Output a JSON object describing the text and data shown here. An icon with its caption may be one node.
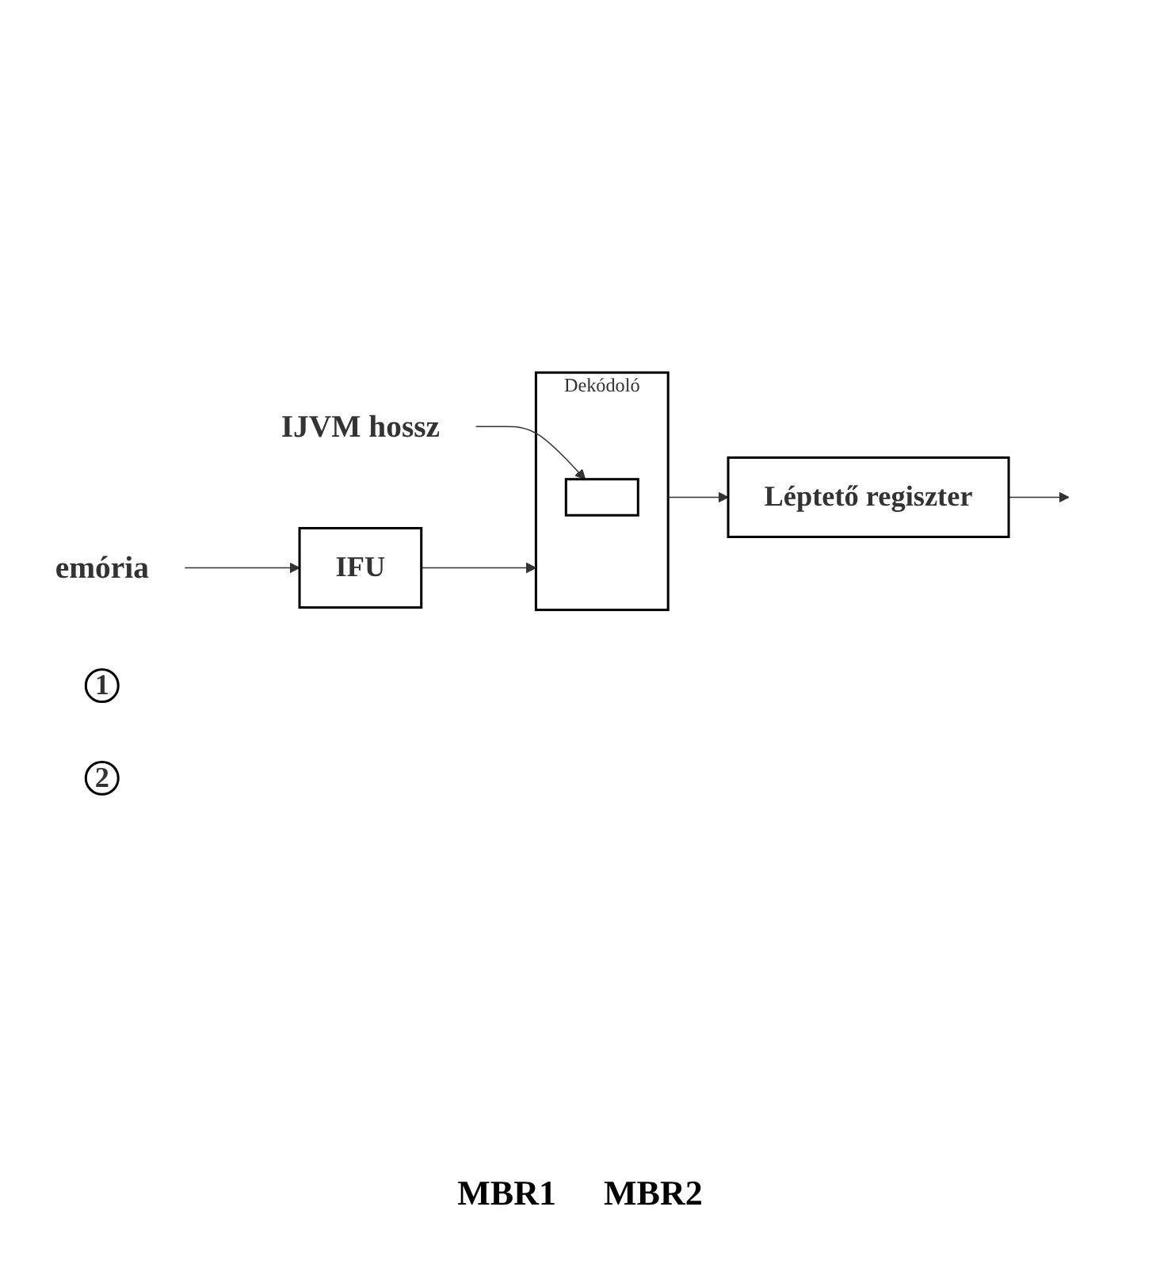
{
  "diagram": {
    "nodes": [
      {
        "text": [
          "emória"
        ]
      },
      {
        "text": [
          "1"
        ]
      },
      {
        "text": [
          "IFU"
        ]
      },
      {
        "text": [
          "2"
        ]
      },
      {
        "text": [
          "Dekódoló"
        ]
      },
      {
        "text": [],
        "shape": "box",
        "in": 4
      },
      {
        "text": [
          "IJVM hossz"
        ]
      },
      {
        "text": [
          "Léptető regiszter"
        ]
      }
    ],
    "edges": [
      {
        "from": 0,
        "to": 2,
        "arrow": "to"
      },
      {
        "from": 2,
        "to": 4,
        "arrow": "to"
      },
      {
        "from": 6,
        "to": 5,
        "arrow": "to"
      },
      {
        "from": 4,
        "to": 7,
        "arrow": "to"
      },
      {
        "from": 7,
        "to": null,
        "arrow": "to"
      }
    ],
    "labels": [
      "MBR1",
      "MBR2"
    ]
  }
}
